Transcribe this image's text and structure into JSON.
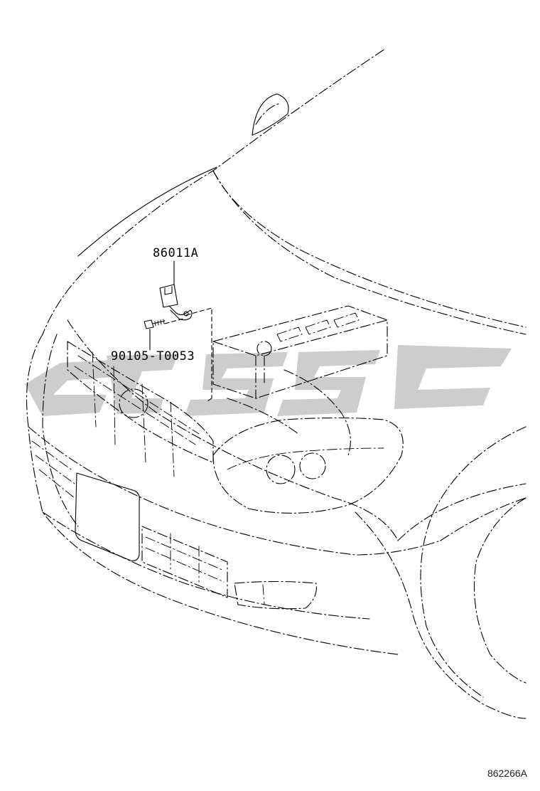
{
  "callouts": {
    "sensor_part": "86011A",
    "bolt_part": "90105-T0053"
  },
  "illustration_code": "862266A",
  "watermark": {
    "description_icon": "watermark-logo",
    "color": "#c8c8c8"
  },
  "colors": {
    "line": "#000000",
    "background": "#ffffff"
  }
}
